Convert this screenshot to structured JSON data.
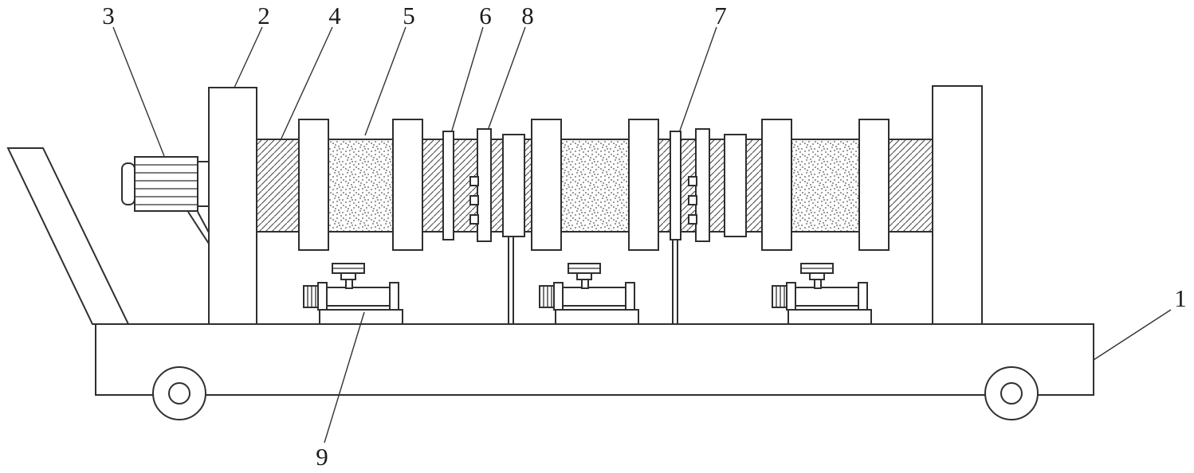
{
  "figure": {
    "background_color": "#ffffff",
    "line_color": "#2f2f2f"
  },
  "labels": [
    {
      "id": "ref-1",
      "text": "1"
    },
    {
      "id": "ref-2",
      "text": "2"
    },
    {
      "id": "ref-3",
      "text": "3"
    },
    {
      "id": "ref-4",
      "text": "4"
    },
    {
      "id": "ref-5",
      "text": "5"
    },
    {
      "id": "ref-6",
      "text": "6"
    },
    {
      "id": "ref-7",
      "text": "7"
    },
    {
      "id": "ref-8",
      "text": "8"
    },
    {
      "id": "ref-9",
      "text": "9"
    }
  ]
}
